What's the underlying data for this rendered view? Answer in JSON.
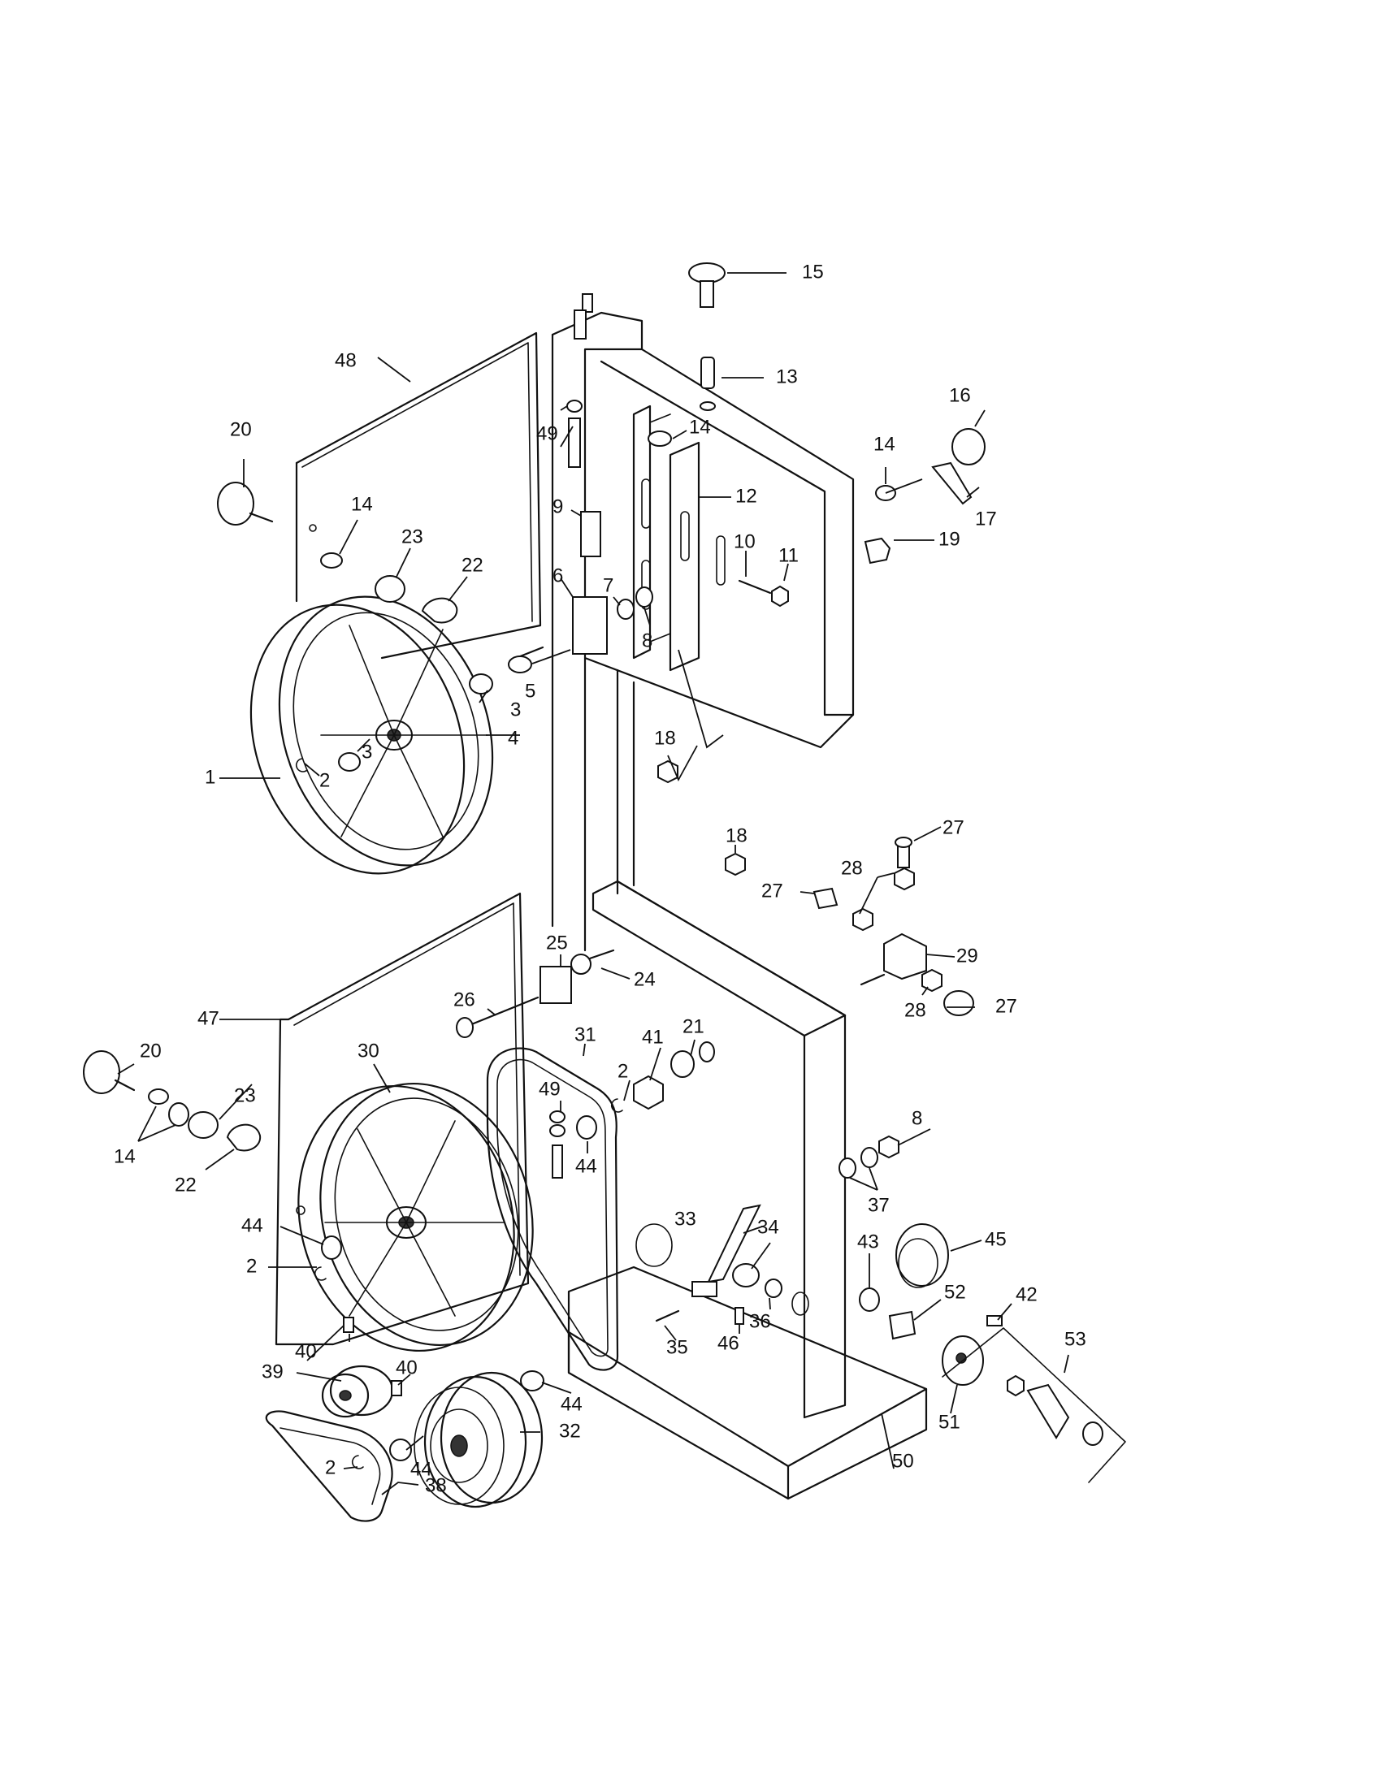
{
  "labels": [
    "1",
    "2",
    "3",
    "4",
    "5",
    "6",
    "7",
    "8",
    "9",
    "10",
    "11",
    "12",
    "13",
    "14",
    "15",
    "16",
    "17",
    "18",
    "19",
    "20",
    "21",
    "22",
    "23",
    "24",
    "25",
    "26",
    "27",
    "28",
    "29",
    "30",
    "31",
    "32",
    "33",
    "34",
    "35",
    "36",
    "37",
    "38",
    "39",
    "40",
    "41",
    "42",
    "43",
    "44",
    "45",
    "46",
    "47",
    "48",
    "49",
    "50",
    "51",
    "52",
    "53"
  ],
  "colors": {
    "ink": "#111111",
    "paper": "#ffffff"
  }
}
